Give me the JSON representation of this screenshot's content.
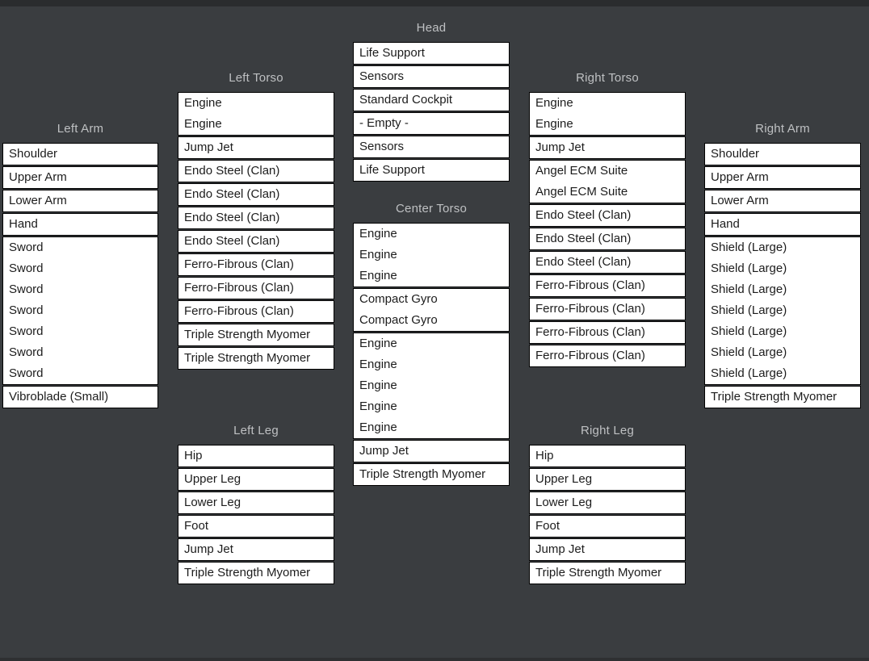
{
  "colors": {
    "background": "#3a3d40",
    "top_bar": "#2a2c2e",
    "slot_box_background": "#ffffff",
    "slot_box_border": "#000000",
    "slot_text": "#1c1c1c",
    "location_label_text": "#bec0c2"
  },
  "sections": [
    {
      "id": "head",
      "label": "Head",
      "groups": [
        [
          "Life Support"
        ],
        [
          "Sensors"
        ],
        [
          "Standard Cockpit"
        ],
        [
          "- Empty -"
        ],
        [
          "Sensors"
        ],
        [
          "Life Support"
        ]
      ]
    },
    {
      "id": "left-torso",
      "label": "Left Torso",
      "groups": [
        [
          "Engine",
          "Engine"
        ],
        [
          "Jump Jet"
        ],
        [
          "Endo Steel (Clan)"
        ],
        [
          "Endo Steel (Clan)"
        ],
        [
          "Endo Steel (Clan)"
        ],
        [
          "Endo Steel (Clan)"
        ],
        [
          "Ferro-Fibrous (Clan)"
        ],
        [
          "Ferro-Fibrous (Clan)"
        ],
        [
          "Ferro-Fibrous (Clan)"
        ],
        [
          "Triple Strength Myomer"
        ],
        [
          "Triple Strength Myomer"
        ]
      ]
    },
    {
      "id": "right-torso",
      "label": "Right Torso",
      "groups": [
        [
          "Engine",
          "Engine"
        ],
        [
          "Jump Jet"
        ],
        [
          "Angel ECM Suite",
          "Angel ECM Suite"
        ],
        [
          "Endo Steel (Clan)"
        ],
        [
          "Endo Steel (Clan)"
        ],
        [
          "Endo Steel (Clan)"
        ],
        [
          "Ferro-Fibrous (Clan)"
        ],
        [
          "Ferro-Fibrous (Clan)"
        ],
        [
          "Ferro-Fibrous (Clan)"
        ],
        [
          "Ferro-Fibrous (Clan)"
        ]
      ]
    },
    {
      "id": "left-arm",
      "label": "Left Arm",
      "groups": [
        [
          "Shoulder"
        ],
        [
          "Upper Arm"
        ],
        [
          "Lower Arm"
        ],
        [
          "Hand"
        ],
        [
          "Sword",
          "Sword",
          "Sword",
          "Sword",
          "Sword",
          "Sword",
          "Sword"
        ],
        [
          "Vibroblade (Small)"
        ]
      ]
    },
    {
      "id": "right-arm",
      "label": "Right Arm",
      "groups": [
        [
          "Shoulder"
        ],
        [
          "Upper Arm"
        ],
        [
          "Lower Arm"
        ],
        [
          "Hand"
        ],
        [
          "Shield (Large)",
          "Shield (Large)",
          "Shield (Large)",
          "Shield (Large)",
          "Shield (Large)",
          "Shield (Large)",
          "Shield (Large)"
        ],
        [
          "Triple Strength Myomer"
        ]
      ]
    },
    {
      "id": "center-torso",
      "label": "Center Torso",
      "groups": [
        [
          "Engine",
          "Engine",
          "Engine"
        ],
        [
          "Compact Gyro",
          "Compact Gyro"
        ],
        [
          "Engine",
          "Engine",
          "Engine",
          "Engine",
          "Engine"
        ],
        [
          "Jump Jet"
        ],
        [
          "Triple Strength Myomer"
        ]
      ]
    },
    {
      "id": "left-leg",
      "label": "Left Leg",
      "groups": [
        [
          "Hip"
        ],
        [
          "Upper Leg"
        ],
        [
          "Lower Leg"
        ],
        [
          "Foot"
        ],
        [
          "Jump Jet"
        ],
        [
          "Triple Strength Myomer"
        ]
      ]
    },
    {
      "id": "right-leg",
      "label": "Right Leg",
      "groups": [
        [
          "Hip"
        ],
        [
          "Upper Leg"
        ],
        [
          "Lower Leg"
        ],
        [
          "Foot"
        ],
        [
          "Jump Jet"
        ],
        [
          "Triple Strength Myomer"
        ]
      ]
    }
  ]
}
